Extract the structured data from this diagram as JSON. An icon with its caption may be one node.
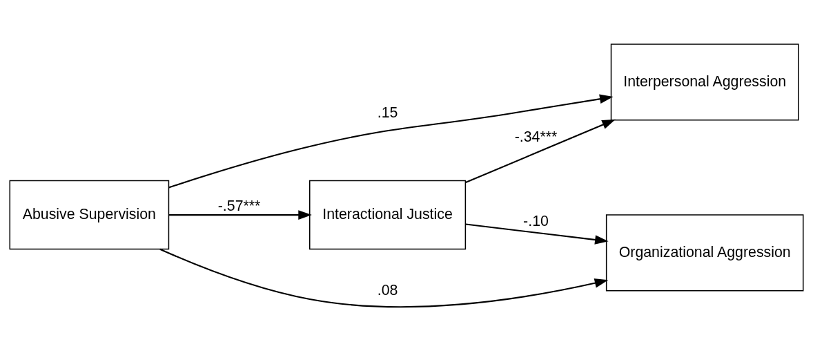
{
  "diagram": {
    "nodes": [
      {
        "text": [
          "Abusive Supervision"
        ]
      },
      {
        "text": [
          "Interactional Justice"
        ]
      },
      {
        "text": [
          "Interpersonal Aggression"
        ]
      },
      {
        "text": [
          "Organizational Aggression"
        ]
      }
    ],
    "edges": [
      {
        "from": 0,
        "to": 2,
        "arrow": "to",
        "label": ".15"
      },
      {
        "from": 0,
        "to": 1,
        "arrow": "to",
        "label": "-.57***"
      },
      {
        "from": 1,
        "to": 2,
        "arrow": "to",
        "label": "-.34***"
      },
      {
        "from": 1,
        "to": 3,
        "arrow": "to",
        "label": "-.10"
      },
      {
        "from": 0,
        "to": 3,
        "arrow": "to",
        "label": ".08"
      }
    ]
  }
}
